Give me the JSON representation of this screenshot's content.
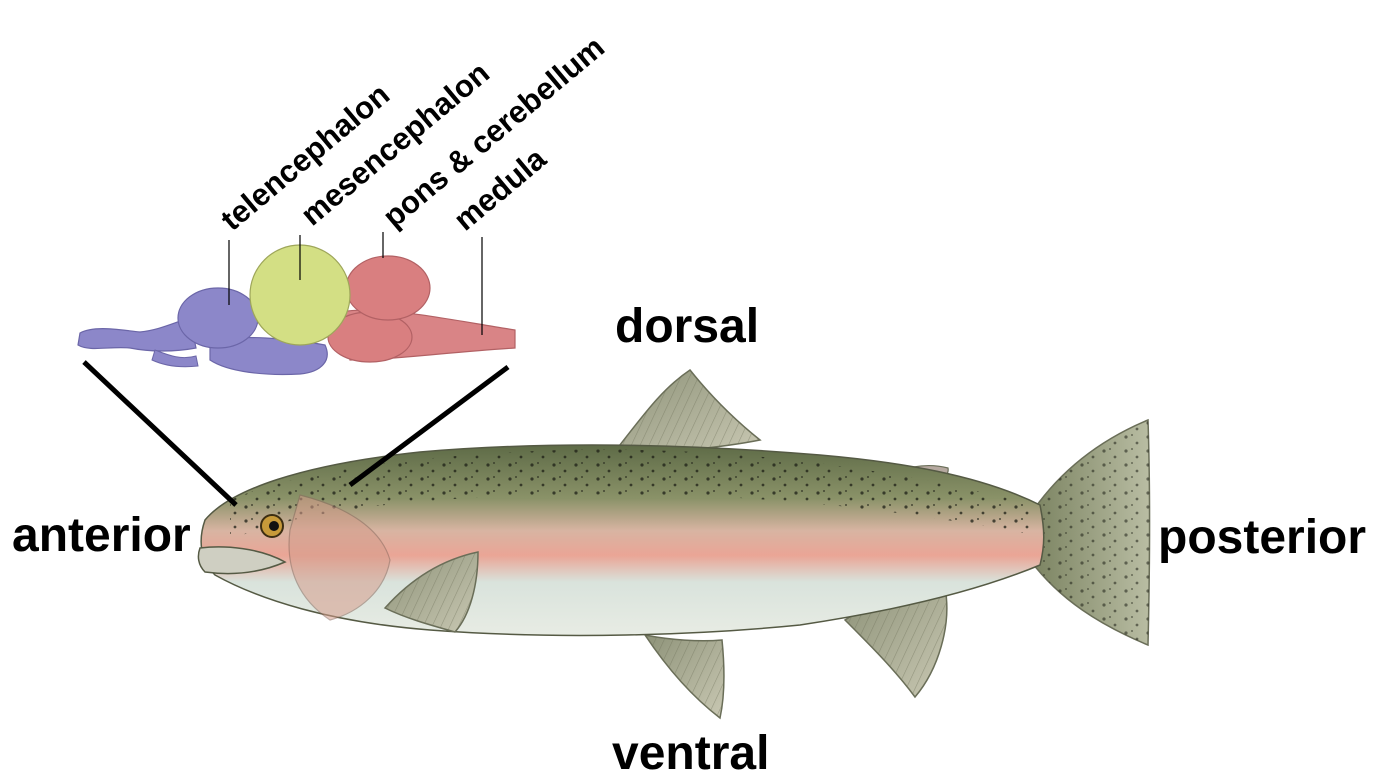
{
  "brain_labels": {
    "telencephalon": "telencephalon",
    "mesencephalon": "mesencephalon",
    "pons_cerebellum": "pons & cerebellum",
    "medula": "medula"
  },
  "orientation_labels": {
    "dorsal": "dorsal",
    "ventral": "ventral",
    "anterior": "anterior",
    "posterior": "posterior"
  },
  "colors": {
    "telencephalon": "#8c87c9",
    "mesencephalon": "#d3df84",
    "pons_cerebellum": "#d97f80",
    "fish_back": "#6f7e55",
    "fish_stripe": "#e8aa98",
    "fish_belly": "#dfe6de"
  }
}
